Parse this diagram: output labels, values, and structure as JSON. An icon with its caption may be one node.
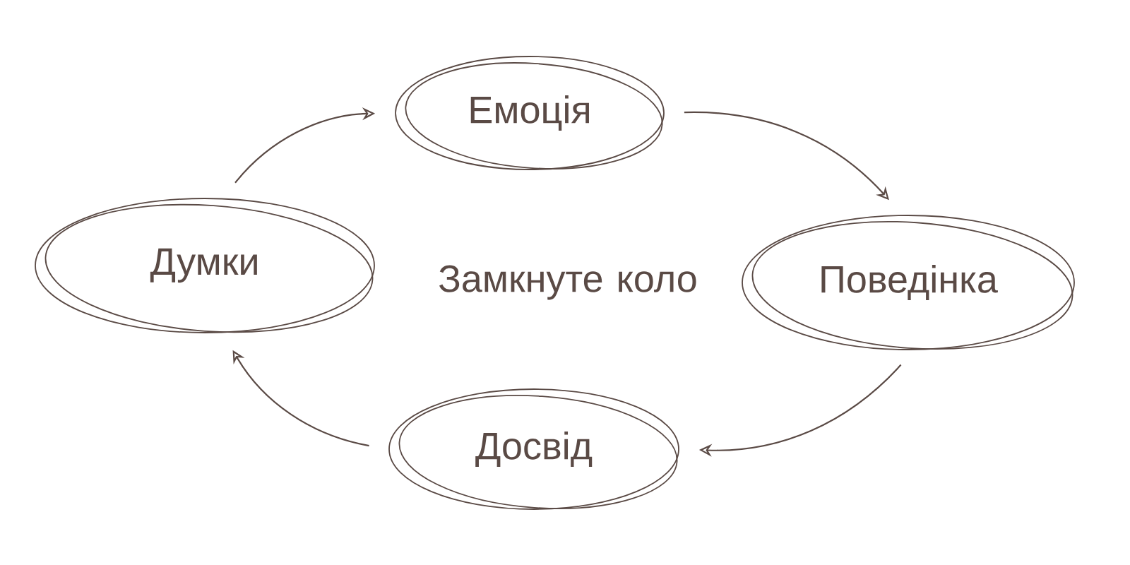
{
  "diagram": {
    "nodes": [
      {
        "text": [
          "Емоція"
        ]
      },
      {
        "text": [
          "Поведінка"
        ]
      },
      {
        "text": [
          "Досвід"
        ]
      },
      {
        "text": [
          "Думки"
        ]
      }
    ],
    "edges": [
      {
        "from": 3,
        "to": 0,
        "arrow": "to"
      },
      {
        "from": 0,
        "to": 1,
        "arrow": "to"
      },
      {
        "from": 1,
        "to": 2,
        "arrow": "to"
      },
      {
        "from": 2,
        "to": 3,
        "arrow": "to"
      }
    ],
    "labels": [
      "Замкнуте коло"
    ]
  }
}
